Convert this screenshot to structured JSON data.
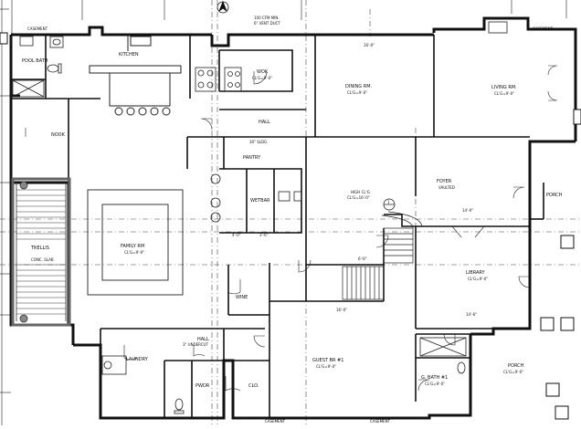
{
  "rooms": {
    "pool_bath": "POOL BATH",
    "kitchen": "KITCHEN",
    "wok": "WOK",
    "wok_ceiling": "CL'G=9'-0\"",
    "dining_rm": "DINING RM.",
    "dining_ceiling": "CL'G=9'-0\"",
    "living_rm": "LIVING RM.",
    "living_ceiling": "CL'G=9'-0\"",
    "nook": "NOOK",
    "hall_upper": "HALL",
    "pantry": "PANTRY",
    "foyer": "FOYER",
    "foyer_sub": "VAULTED",
    "high_clg": "HIGH CL'G",
    "high_clg_value": "CL'G=16'-0\"",
    "wetbar": "WETBAR",
    "porch_right": "PORCH",
    "family_rm": "FAMILY RM",
    "family_ceiling": "CL'G=9'-0\"",
    "trellis": "TRELLIS",
    "conc_slab": "CONC. SLAB",
    "library": "LIBRARY",
    "library_ceiling": "CL'G=9'-0\"",
    "wine": "WINE",
    "hall_lower": "HALL",
    "laundry": "LAUNDRY",
    "pwdr": "PWDR",
    "clo": "CLO.",
    "guest_br": "GUEST BR #1",
    "guest_ceiling": "CL'G=9'-0\"",
    "g_bath": "G. BATH #1",
    "g_bath_ceiling": "CL'G=9'-0\"",
    "porch_lower": "PORCH",
    "porch_lower_ceiling": "CL'G=9'-0\""
  },
  "annotations": {
    "casement_top_left": "CASEMENT",
    "casement_top_right": "CASEMENT",
    "casement_bottom": "CASEMENT",
    "casement_bottom_right": "CASEMENT",
    "vent_note": "100 CFM MIN.",
    "vent_note_2": "6\" VENT DUCT",
    "dim_dining": "16'-0\"",
    "dim_foyer": "14'-0\"",
    "dim_guest": "16'-0\"",
    "dim_library": "14'-6\"",
    "dim_pantry": "30\" SLDG.",
    "dim_wetbar_a": "4'-0\"",
    "dim_wetbar_b": "3'-6\"",
    "dim_stairs": "6'-6\"",
    "undercut": "3\" UNDERCUT",
    "floor_ref": "1"
  },
  "icons": [
    "north-arrow-icon",
    "door-swing-icon",
    "toilet-icon",
    "sink-icon",
    "range-burner-icon",
    "stair-icon"
  ]
}
